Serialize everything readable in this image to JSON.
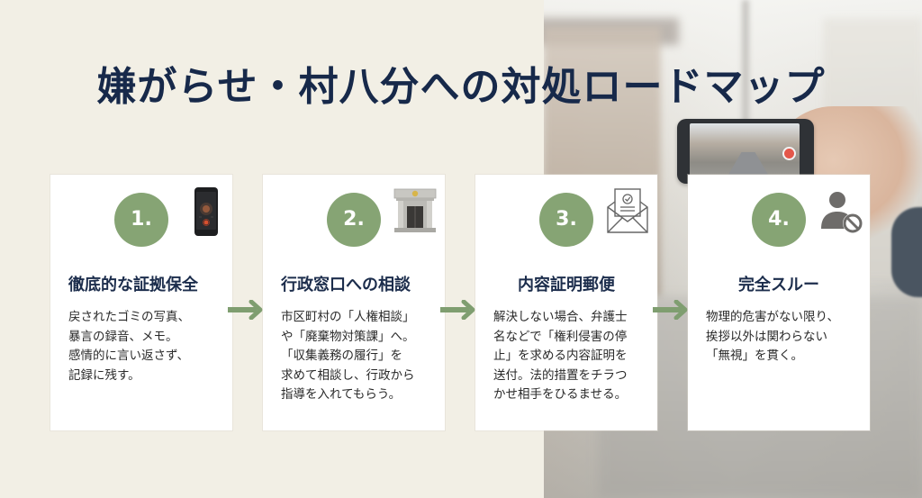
{
  "title": "嫌がらせ・村八分への対処ロードマップ",
  "colors": {
    "background": "#f2efe5",
    "title": "#17294a",
    "badge": "#86a474",
    "arrow": "#7f9e70",
    "card": "#ffffff",
    "heading": "#1c2d4c",
    "body_text": "#2a2a2a"
  },
  "steps": [
    {
      "number": "1.",
      "icon": "smartphone-recording-icon",
      "heading": "徹底的な証拠保全",
      "body_lines": [
        "戻されたゴミの写真、",
        "暴言の録音、メモ。",
        "感情的に言い返さず、",
        "記録に残す。"
      ]
    },
    {
      "number": "2.",
      "icon": "government-building-icon",
      "heading": "行政窓口への相談",
      "body_lines": [
        "市区町村の「人権相談」",
        "や「廃棄物対策課」へ。",
        "「収集義務の履行」を",
        "求めて相談し、行政から",
        "指導を入れてもらう。"
      ]
    },
    {
      "number": "3.",
      "icon": "certified-mail-icon",
      "heading": "内容証明郵便",
      "body_lines": [
        "解決しない場合、弁護士",
        "名などで「権利侵害の停",
        "止」を求める内容証明を",
        "送付。法的措置をチラつ",
        "かせ相手をひるませる。"
      ]
    },
    {
      "number": "4.",
      "icon": "user-blocked-icon",
      "heading": "完全スルー",
      "body_lines": [
        "物理的危害がない限り、",
        "挨拶以外は関わらない",
        "「無視」を貫く。"
      ]
    }
  ],
  "arrows": [
    "arrow-right",
    "arrow-right",
    "arrow-right"
  ],
  "background_photo": {
    "description": "blurred residential street with hand holding smartphone recording",
    "recording_indicator_color": "#e4574a"
  }
}
